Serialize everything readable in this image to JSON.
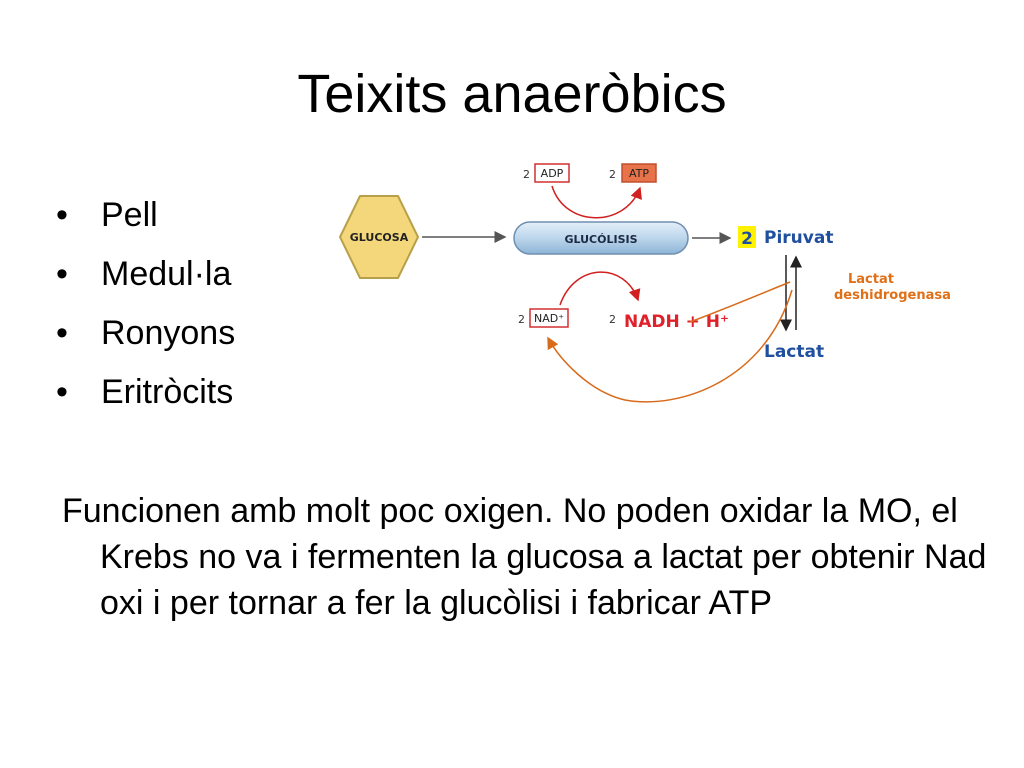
{
  "title": "Teixits anaeròbics",
  "bullets": [
    {
      "marker": "•",
      "text": "Pell"
    },
    {
      "marker": "•",
      "text": "Medul·la"
    },
    {
      "marker": "•",
      "text": "Ronyons"
    },
    {
      "marker": "•",
      "text": "Eritròcits"
    }
  ],
  "paragraph": "Funcionen amb molt poc oxigen. No poden oxidar la MO, el Krebs no va i fermenten la glucosa a lactat per obtenir Nad oxi i per tornar a fer la glucòlisi i fabricar ATP",
  "diagram": {
    "glucosa": "GLUCOSA",
    "glucolisis": "GLUCÓLISIS",
    "adp": {
      "count": "2",
      "label": "ADP"
    },
    "atp": {
      "count": "2",
      "label": "ATP"
    },
    "nad": {
      "count": "2",
      "label": "NAD⁺"
    },
    "nadh": {
      "count": "2",
      "label": "NADH + H⁺"
    },
    "piruvat": {
      "count": "2",
      "label": "Piruvat"
    },
    "lactat": "Lactat",
    "enzyme_line1": "Lactat",
    "enzyme_line2": "deshidrogenasa",
    "colors": {
      "hexagon": "#f3d77a",
      "bar": "#bcd6ec",
      "blue_text": "#1f4f9e",
      "red_text": "#e0202a",
      "orange": "#e07018",
      "atp_box": "#e8734a"
    }
  }
}
